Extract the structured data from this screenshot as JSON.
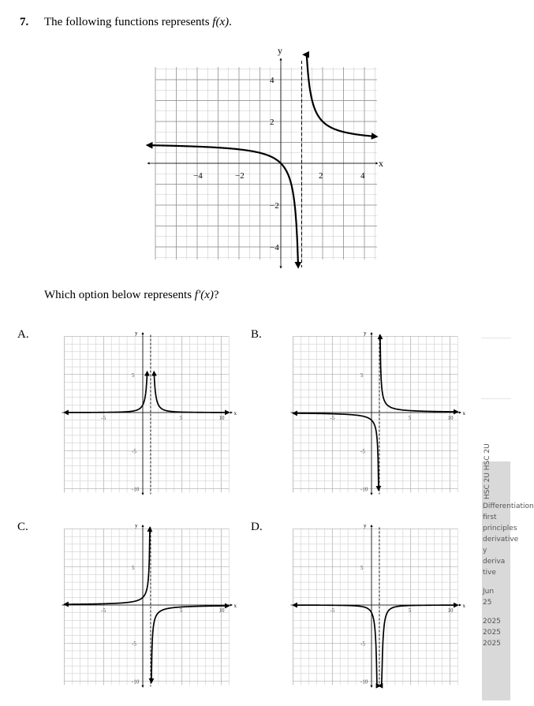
{
  "question": {
    "number": "7.",
    "text_pre": "The following functions represents ",
    "func": "f(x)",
    "text_post": ".",
    "prompt_pre": "Which option below represents ",
    "prompt_func": "f′(x)",
    "prompt_post": "?"
  },
  "main_graph": {
    "x_label": "x",
    "y_label": "y",
    "x_ticks": [
      "−4",
      "−2",
      "2",
      "4"
    ],
    "y_ticks": [
      "4",
      "2",
      "−2",
      "−4"
    ]
  },
  "options": [
    {
      "label": "A.",
      "x_ticks": [
        "-5",
        "5",
        "10"
      ],
      "y_ticks": [
        "5",
        "-5",
        "-10"
      ],
      "x_label": "x",
      "y_label": "y"
    },
    {
      "label": "B.",
      "x_ticks": [
        "-5",
        "5",
        "10"
      ],
      "y_ticks": [
        "5",
        "-5",
        "-10"
      ],
      "x_label": "x",
      "y_label": "y"
    },
    {
      "label": "C.",
      "x_ticks": [
        "-5",
        "5",
        "10"
      ],
      "y_ticks": [
        "5",
        "-5",
        "-10"
      ],
      "x_label": "x",
      "y_label": "y"
    },
    {
      "label": "D.",
      "x_ticks": [
        "-5",
        "5",
        "10"
      ],
      "y_ticks": [
        "5",
        "-5",
        "-10"
      ],
      "x_label": "x",
      "y_label": "y"
    }
  ],
  "sidebar": {
    "tag": "HSC 2U HSC 2U",
    "lines": [
      "Differentiation",
      "first",
      "principles",
      "derivative",
      "y",
      "deriva",
      "tive",
      "",
      "Jun",
      "25",
      "",
      "2025",
      "2025",
      "2025"
    ]
  }
}
